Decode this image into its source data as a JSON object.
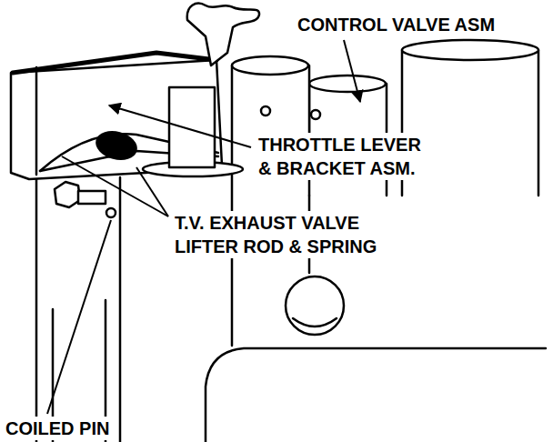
{
  "diagram": {
    "labels": [
      "CONTROL VALVE ASM",
      "THROTTLE LEVER & BRACKET ASM.",
      "T.V. EXHAUST VALVE LIFTER ROD & SPRING",
      "COILED PIN"
    ]
  }
}
